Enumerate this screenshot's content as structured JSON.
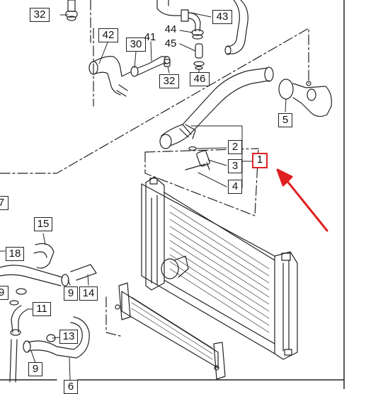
{
  "diagram": {
    "accent_color": "#e02020",
    "callouts": {
      "c32a": "32",
      "c43": "43",
      "c44": "44",
      "c42": "42",
      "c30": "30",
      "c41": "41",
      "c45": "45",
      "c32b": "32",
      "c46": "46",
      "c5": "5",
      "c2": "2",
      "c1": "1",
      "c3": "3",
      "c4": "4",
      "c7": "7",
      "c15": "15",
      "c18": "18",
      "c9a": "9",
      "c9b": "9",
      "c14": "14",
      "c11": "11",
      "c13": "13",
      "c9c": "9",
      "c6": "6"
    }
  }
}
